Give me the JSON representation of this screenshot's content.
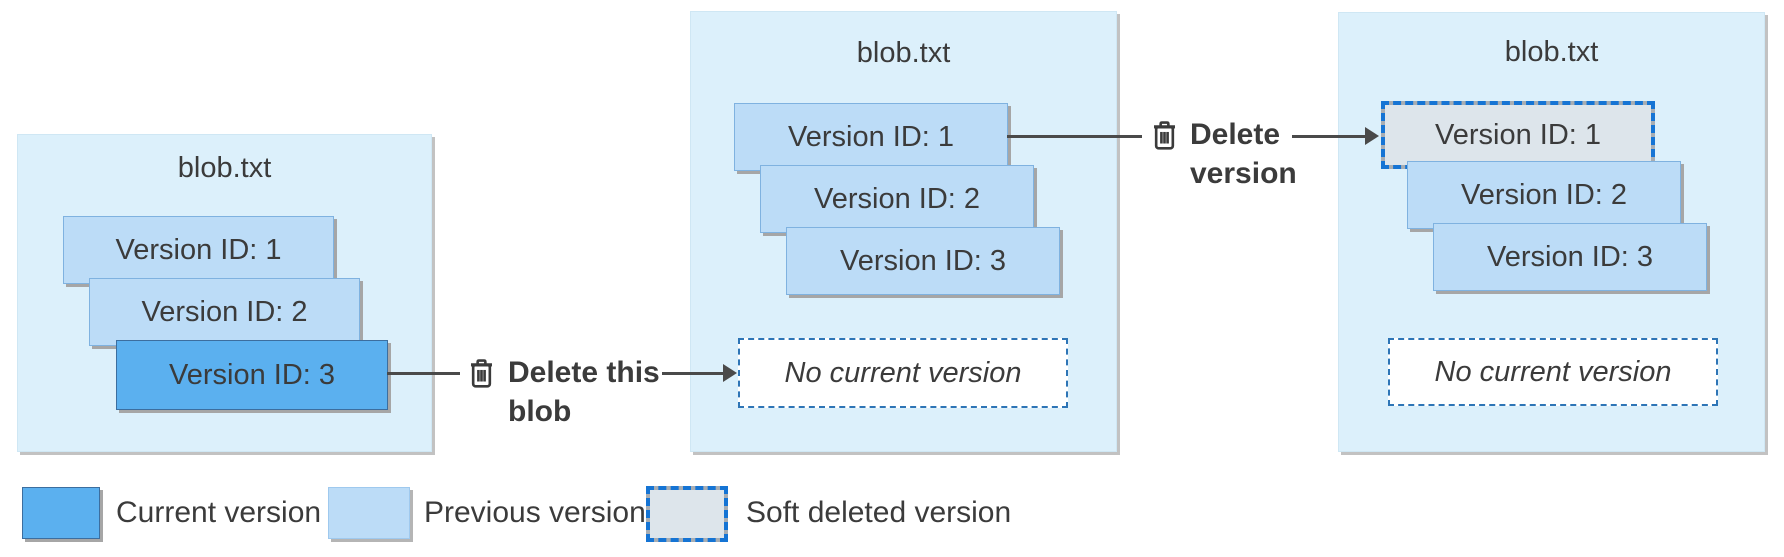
{
  "panels": [
    {
      "title": "blob.txt",
      "versions": [
        {
          "label": "Version ID: 1",
          "state": "previous"
        },
        {
          "label": "Version ID: 2",
          "state": "previous"
        },
        {
          "label": "Version ID: 3",
          "state": "current"
        }
      ]
    },
    {
      "title": "blob.txt",
      "versions": [
        {
          "label": "Version ID: 1",
          "state": "previous"
        },
        {
          "label": "Version ID: 2",
          "state": "previous"
        },
        {
          "label": "Version ID: 3",
          "state": "previous"
        }
      ],
      "empty_slot": "No current version"
    },
    {
      "title": "blob.txt",
      "versions": [
        {
          "label": "Version ID: 1",
          "state": "soft-deleted"
        },
        {
          "label": "Version ID: 2",
          "state": "previous"
        },
        {
          "label": "Version ID: 3",
          "state": "previous"
        }
      ],
      "empty_slot": "No current version"
    }
  ],
  "actions": [
    {
      "icon": "trash-icon",
      "label_line1": "Delete this",
      "label_line2": "blob"
    },
    {
      "icon": "trash-icon",
      "label_line1": "Delete",
      "label_line2": "version"
    }
  ],
  "legend": {
    "items": [
      {
        "swatch": "current",
        "label": "Current version"
      },
      {
        "swatch": "previous",
        "label": "Previous version"
      },
      {
        "swatch": "soft-deleted",
        "label": "Soft deleted version"
      }
    ]
  },
  "colors": {
    "panel_fill": "#dcf0fb",
    "previous_version_fill": "#bcdcf7",
    "current_version_fill": "#5bb0ef",
    "soft_deleted_fill": "#dde5eb",
    "soft_deleted_dash": "#1574d4",
    "empty_slot_border": "#2e75b6",
    "text": "#3b3b3b",
    "arrow": "#4a4a4a"
  }
}
